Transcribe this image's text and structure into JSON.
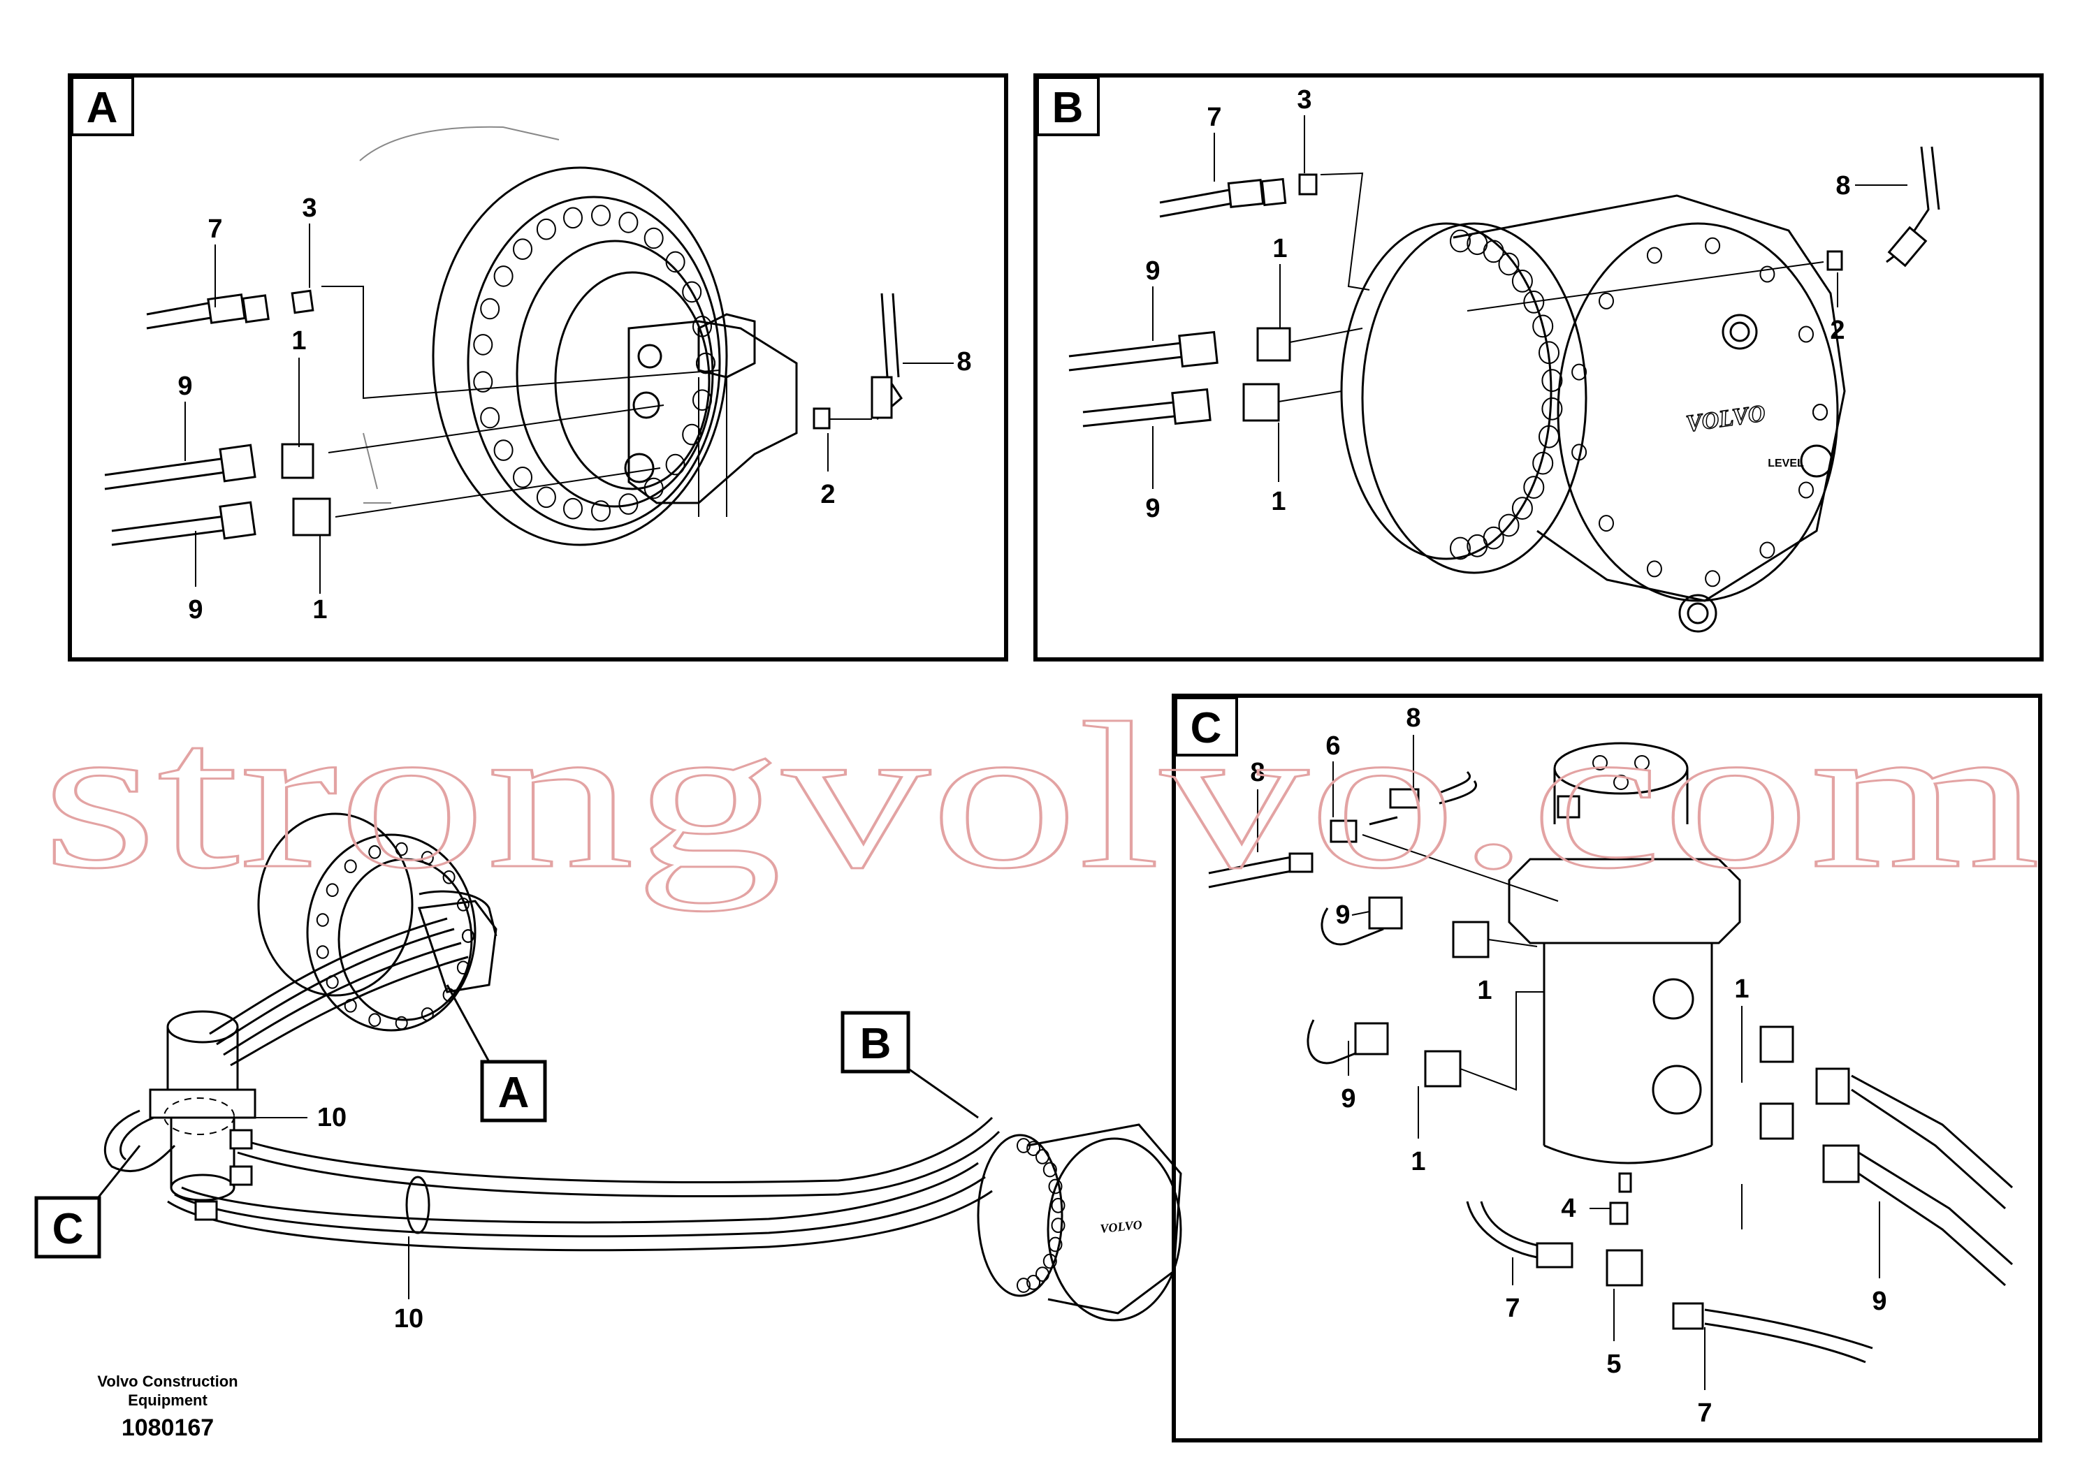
{
  "panels": [
    {
      "id": "A",
      "label": "A"
    },
    {
      "id": "B",
      "label": "B"
    },
    {
      "id": "C",
      "label": "C"
    }
  ],
  "overview": {
    "pointer_labels": [
      "A",
      "B",
      "C"
    ],
    "callouts": [
      "10",
      "10"
    ],
    "badge_text": "VOLVO"
  },
  "panel_a": {
    "callouts": [
      "7",
      "3",
      "8",
      "1",
      "9",
      "2",
      "9",
      "1"
    ]
  },
  "panel_b": {
    "callouts": [
      "7",
      "3",
      "8",
      "9",
      "1",
      "2",
      "9",
      "1"
    ],
    "badge_text": "VOLVO",
    "level_text": "LEVEL"
  },
  "panel_c": {
    "callouts": [
      "8",
      "6",
      "8",
      "9",
      "1",
      "9",
      "1",
      "1",
      "4",
      "7",
      "5",
      "7",
      "9"
    ]
  },
  "footer": {
    "company_line1": "Volvo Construction",
    "company_line2": "Equipment",
    "drawing_number": "1080167"
  },
  "watermark": "strongvolvo.com"
}
